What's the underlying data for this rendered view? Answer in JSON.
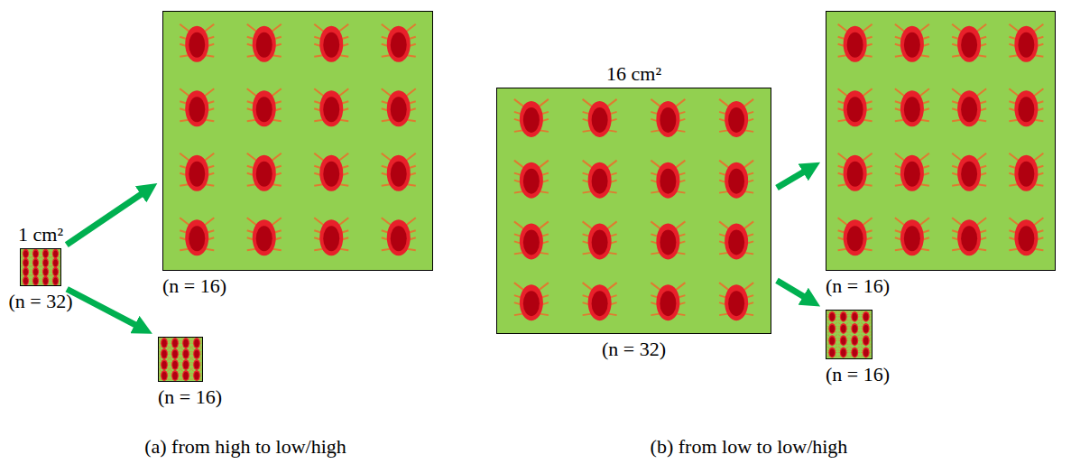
{
  "diagram": {
    "nodes": [
      {
        "text": [
          "1 cm²",
          "(n = 32)"
        ]
      },
      {
        "text": [
          "(n = 16)"
        ]
      },
      {
        "text": [
          "(n = 16)"
        ]
      },
      {
        "text": [
          "16 cm²",
          "(n = 32)"
        ]
      },
      {
        "text": [
          "(n = 16)"
        ]
      },
      {
        "text": [
          "(n = 16)"
        ]
      }
    ],
    "edges": [
      {
        "from": 0,
        "to": 1,
        "arrow": "to"
      },
      {
        "from": 0,
        "to": 2,
        "arrow": "to"
      },
      {
        "from": 3,
        "to": 4,
        "arrow": "to"
      },
      {
        "from": 3,
        "to": 5,
        "arrow": "to"
      }
    ],
    "labels": [
      "(a) from high to low/high",
      "(b) from low to low/high"
    ]
  }
}
